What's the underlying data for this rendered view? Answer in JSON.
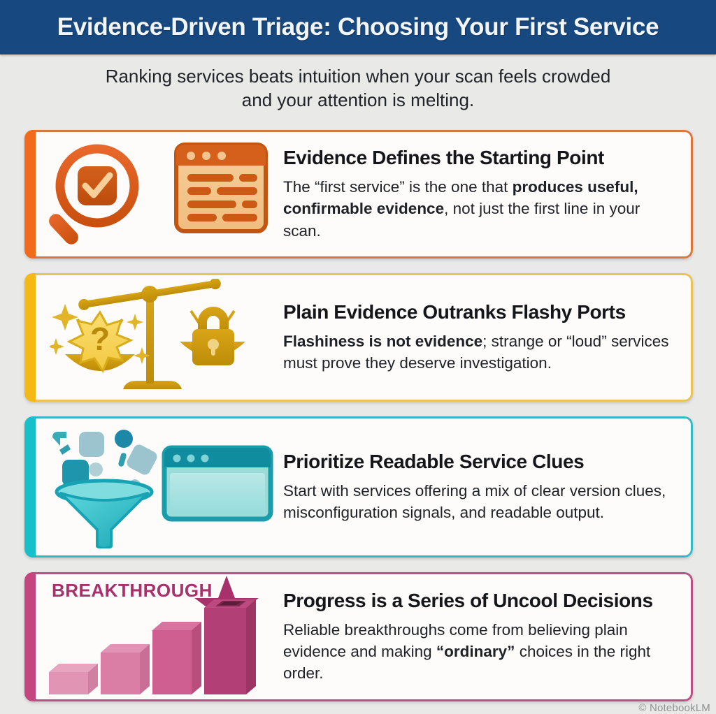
{
  "header": {
    "title": "Evidence-Driven Triage: Choosing Your First Service",
    "band_color": "#17487f"
  },
  "subtitle": {
    "line1": "Ranking services beats intuition when your scan feels crowded",
    "line2": "and your attention is melting."
  },
  "page": {
    "background_color": "#e9eae8",
    "card_background_color": "#fdfcfa"
  },
  "cards": [
    {
      "id": "card-1",
      "accent_color": "#F26A1B",
      "border_color": "#d9773c",
      "title": "Evidence Defines the Starting Point",
      "body_parts": [
        {
          "text": "The “first service” is the one that ",
          "bold": false
        },
        {
          "text": "produces useful, confirmable evidence",
          "bold": true
        },
        {
          "text": ", not just the first line in your scan.",
          "bold": false
        }
      ],
      "icons": [
        "magnifier-check-icon",
        "document-lines-icon"
      ]
    },
    {
      "id": "card-2",
      "accent_color": "#F5B915",
      "border_color": "#e8c457",
      "title": "Plain Evidence Outranks Flashy Ports",
      "body_parts": [
        {
          "text": "Flashiness is not evidence",
          "bold": true
        },
        {
          "text": "; strange or “loud” services must prove they deserve investigation.",
          "bold": false
        }
      ],
      "icons": [
        "balance-scale-icon",
        "question-starburst-icon",
        "padlock-icon",
        "sparkle-icon"
      ]
    },
    {
      "id": "card-3",
      "accent_color": "#17BFCB",
      "border_color": "#35b9c4",
      "title": "Prioritize Readable Service Clues",
      "body_parts": [
        {
          "text": "Start with services offering a mix of clear version clues, misconfiguration signals, and readable output.",
          "bold": false
        }
      ],
      "icons": [
        "funnel-icon",
        "browser-window-icon"
      ]
    },
    {
      "id": "card-4",
      "accent_color": "#C4457F",
      "border_color": "#bb5285",
      "title": "Progress is a Series of Uncool Decisions",
      "badge_label": "BREAKTHROUGH",
      "body_parts": [
        {
          "text": "Reliable breakthroughs come from believing plain evidence and making ",
          "bold": false
        },
        {
          "text": "“ordinary”",
          "bold": true
        },
        {
          "text": " choices in the right order.",
          "bold": false
        }
      ],
      "icons": [
        "ascending-bar-chart-icon",
        "star-icon"
      ]
    }
  ],
  "watermark": {
    "text": "© NotebookLM"
  }
}
